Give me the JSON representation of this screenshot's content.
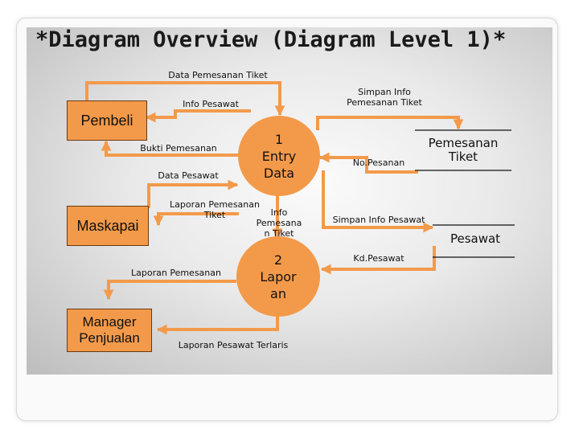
{
  "title": "*Diagram Overview (Diagram Level 1)*",
  "colors": {
    "box_fill": "#f39a4a",
    "arrow": "#f39a4a",
    "text": "#111111"
  },
  "entities": {
    "pembeli": "Pembeli",
    "maskapai": "Maskapai",
    "manager": "Manager Penjualan"
  },
  "processes": {
    "entry": "1\nEntry\nData",
    "laporan": "2\nLapor\nan"
  },
  "stores": {
    "pemesanan_tiket": "Pemesanan\nTiket",
    "pesawat": "Pesawat"
  },
  "flows": {
    "data_pemesanan_tiket": "Data Pemesanan Tiket",
    "info_pesawat": "Info Pesawat",
    "bukti_pemesanan": "Bukti Pemesanan",
    "data_pesawat": "Data Pesawat",
    "laporan_pemesanan_tiket": "Laporan Pemesanan\nTiket",
    "info_pemesanan_tiket": "Info\nPemesana\nn Tiket",
    "laporan_pemesanan": "Laporan Pemesanan",
    "laporan_pesawat_terlaris": "Laporan Pesawat Terlaris",
    "simpan_info_pemesanan_tiket": "Simpan Info\nPemesanan Tiket",
    "no_pesanan": "No.Pesanan",
    "simpan_info_pesawat": "Simpan Info Pesawat",
    "kd_pesawat": "Kd.Pesawat"
  }
}
